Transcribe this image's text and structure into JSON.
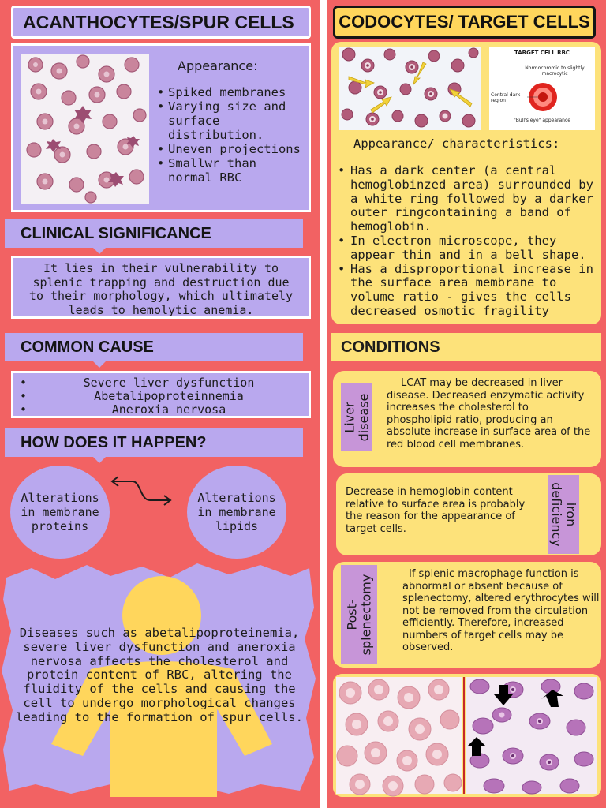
{
  "left": {
    "title": "ACANTHOCYTES/SPUR CELLS",
    "appearance": {
      "heading": "Appearance:",
      "bullets": [
        "Spiked membranes",
        "Varying size and surface distribution.",
        "Uneven projections",
        "Smallwr than normal RBC"
      ]
    },
    "clinical": {
      "heading": "CLINICAL SIGNIFICANCE",
      "text": "It lies in their vulnerability to splenic trapping and destruction due to their morphology, which ultimately leads to hemolytic anemia."
    },
    "causes": {
      "heading": "COMMON CAUSE",
      "items": [
        "Severe liver dysfunction",
        "Abetalipoproteinnemia",
        "Aneroxia nervosa"
      ]
    },
    "how": {
      "heading": "HOW DOES IT HAPPEN?",
      "circle1": "Alterations in membrane proteins",
      "circle2": "Alterations in membrane lipids",
      "explanation": "Diseases such as abetalipoproteinemia, severe liver dysfunction and aneroxia nervosa affects the cholesterol and protein content of RBC, altering the fluidity of the cells and causing the cell to undergo morphological changes leading to the formation of spur cells."
    }
  },
  "right": {
    "title": "CODOCYTES/ TARGET CELLS",
    "diagram": {
      "title": "TARGET CELL RBC",
      "subtitle": "Normochromic to slightly macrocytic",
      "label": "Central dark region",
      "caption": "\"Bull's eye\" appearance"
    },
    "appearance": {
      "heading": "Appearance/ characteristics:",
      "bullets": [
        "Has a dark center (a central hemoglobinzed area) surrounded by a white ring followed by a darker outer ringcontaining a band of hemoglobin.",
        "In electron microscope, they appear thin and in a bell shape.",
        "Has a disproportional increase in the surface area membrane to volume ratio - gives the cells decreased osmotic fragility"
      ]
    },
    "conditions": {
      "heading": "CONDITIONS",
      "liver": {
        "label": "Liver disease",
        "text": "LCAT may be decreased in liver disease. Decreased enzymatic activity increases the cholesterol to phospholipid ratio, producing an absolute increase in surface area of the red blood cell membranes."
      },
      "iron": {
        "label": "iron deficiency",
        "text": "Decrease in hemoglobin content relative to surface area is probably the reason for the appearance of target cells."
      },
      "spleen": {
        "label": "Post- splenectomy",
        "text": "If splenic macrophage function is abnormal or absent because of splenectomy, altered erythrocytes will not be removed from the circulation efficiently. Therefore, increased numbers of target cells may be observed."
      }
    }
  },
  "colors": {
    "background": "#f26263",
    "lavender": "#b9a8ee",
    "yellow": "#fde27a",
    "gold": "#ffd65c",
    "tab": "#c795d8"
  }
}
